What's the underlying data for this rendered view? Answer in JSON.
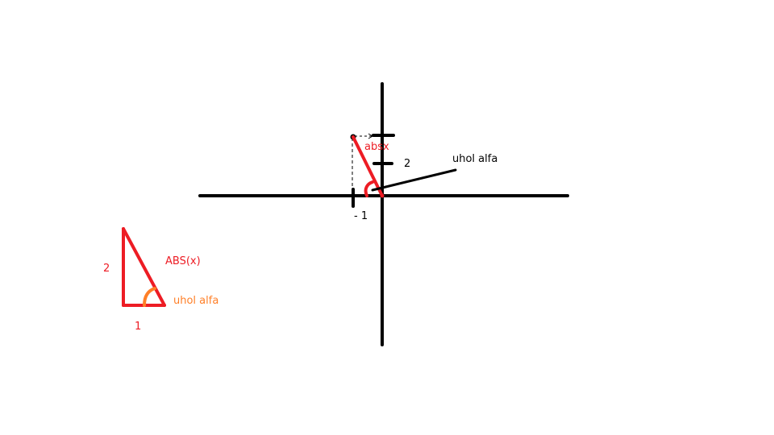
{
  "colors": {
    "axis": "#000000",
    "red": "#ed1c24",
    "orange": "#ff7f27",
    "background": "#ffffff"
  },
  "labels": {
    "abs_x_small": "absx",
    "tick_2": "2",
    "uhol_alfa_axis": "uhol alfa",
    "tick_minus_1": "- 1",
    "triangle_side_2": "2",
    "triangle_abs": "ABS(x)",
    "triangle_uhol_alfa": "uhol alfa",
    "triangle_side_1": "1"
  }
}
